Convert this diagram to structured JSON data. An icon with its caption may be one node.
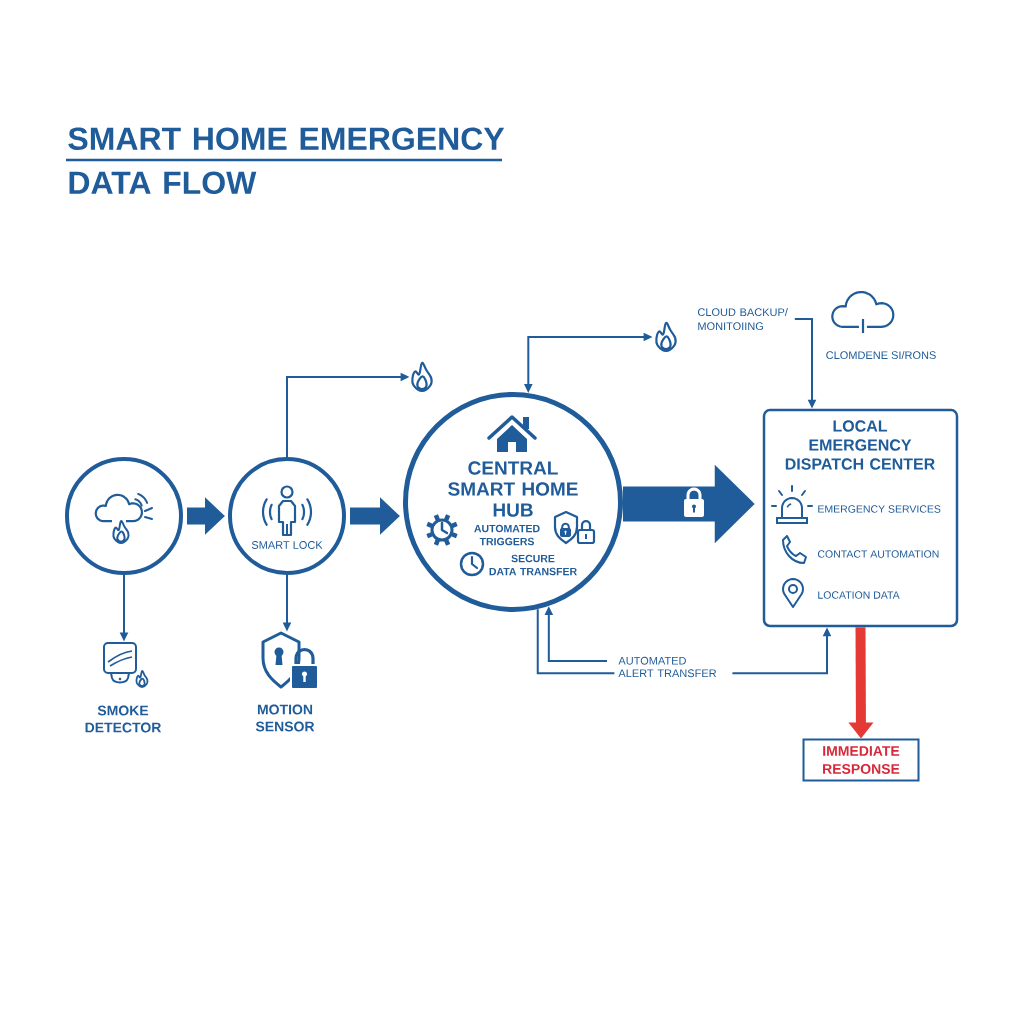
{
  "diagram": {
    "title": "SMART HOME EMERGENCY DATA FLOW",
    "nodes": [
      {
        "text": [],
        "shape": "circle"
      },
      {
        "text": [
          "SMART LOCK"
        ]
      },
      {
        "text": [
          "CENTRAL SMART HOME HUB",
          "AUTOMATED TRIGGERS",
          "SECURE DATA TRANSFER"
        ]
      },
      {
        "text": [
          "LOCAL EMERGENCY DISPATCH CENTER",
          "EMERGENCY SERVICES",
          "CONTACT AUTOMATION",
          "LOCATION DATA"
        ]
      },
      {
        "text": [
          "SMOKE DETECTOR"
        ]
      },
      {
        "text": [
          "MOTION SENSOR"
        ]
      },
      {
        "text": [],
        "shape": "flame"
      },
      {
        "text": [],
        "shape": "flame"
      },
      {
        "text": [
          "CLOUD BACKUP/ MONITOIING"
        ]
      },
      {
        "text": [
          "IMMEDIATE RESPONSE"
        ]
      }
    ],
    "edges": [
      {
        "from": 0,
        "to": 1,
        "arrow": "to",
        "style": "thick"
      },
      {
        "from": 1,
        "to": 2,
        "arrow": "to",
        "style": "thick"
      },
      {
        "from": 2,
        "to": 3,
        "arrow": "to",
        "style": "thick"
      },
      {
        "from": 1,
        "to": 6,
        "arrow": "to"
      },
      {
        "from": 2,
        "to": 7,
        "arrow": "both"
      },
      {
        "from": 8,
        "to": 3,
        "arrow": "to"
      },
      {
        "from": 0,
        "to": 4,
        "arrow": "to"
      },
      {
        "from": 1,
        "to": 5,
        "arrow": "to"
      },
      {
        "from": 2,
        "to": 3,
        "arrow": "to",
        "label": "AUTOMATED ALERT TRANSFER"
      },
      {
        "from": null,
        "to": 2,
        "arrow": "to"
      },
      {
        "from": 3,
        "to": 9,
        "arrow": "to",
        "style": "thick",
        "color": "#e53935"
      }
    ],
    "labels": [
      "CLOMDENE SI/RONS"
    ]
  }
}
